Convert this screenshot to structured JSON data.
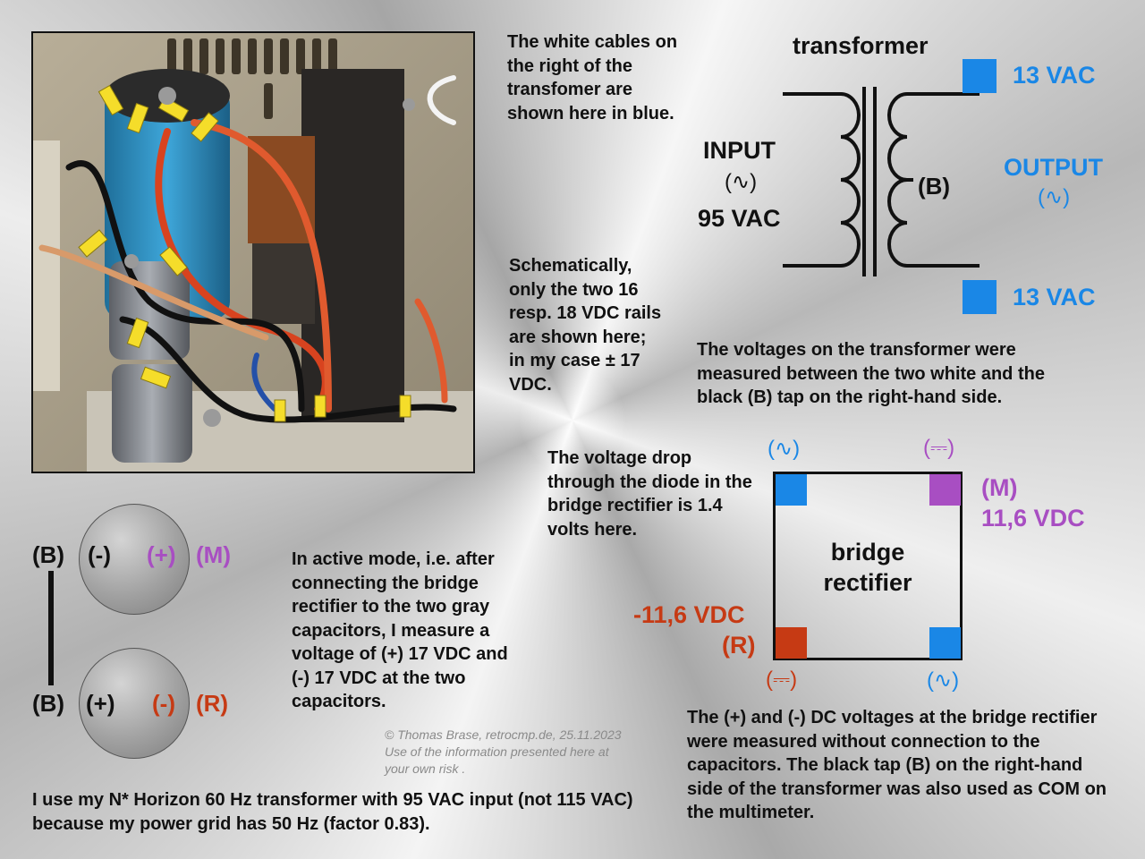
{
  "photo": {
    "icon": "transformer-photo"
  },
  "notes": {
    "white_cables": "The white cables on the right of the transfomer are shown here in blue.",
    "schematic": "Schematically, only the two 16 resp. 18 VDC rails are shown here; in my case ± 17 VDC.",
    "voltages": "The voltages on the transformer were measured between the two white and the black (B) tap on the right-hand side.",
    "diode_drop": "The voltage drop through the diode in the bridge rectifier is 1.4 volts here.",
    "active_mode": "In active mode, i.e. after connecting the bridge rectifier to the two gray capacitors, I measure a voltage of (+) 17 VDC and (-) 17 VDC at the two capacitors.",
    "dc_measured": "The (+) and (-) DC voltages at the bridge rectifier were measured without connection to the capacitors. The black tap (B) on the right-hand side of the transformer was also used as  COM on the multimeter.",
    "horizon": "I use my N* Horizon 60 Hz transformer with 95 VAC input (not 115 VAC) because my power grid has 50 Hz (factor 0.83)."
  },
  "transformer": {
    "title": "transformer",
    "input_label": "INPUT",
    "ac_symbol": "(∿)",
    "input_voltage": "95 VAC",
    "tap_label": "(B)",
    "output_label": "OUTPUT",
    "top_voltage": "13 VAC",
    "bottom_voltage": "13 VAC"
  },
  "rectifier": {
    "label_line1": "bridge",
    "label_line2": "rectifier",
    "ac_symbol": "(∿)",
    "dc_symbol": "(⎓)",
    "m_label": "(M)",
    "m_voltage": "11,6 VDC",
    "r_voltage": "-11,6 VDC",
    "r_label": "(R)"
  },
  "capacitors": {
    "top": {
      "left_tap": "(B)",
      "minus": "(-)",
      "plus": "(+)",
      "rail": "(M)"
    },
    "bottom": {
      "left_tap": "(B)",
      "plus": "(+)",
      "minus": "(-)",
      "rail": "(R)"
    }
  },
  "copyright": {
    "line1": "© Thomas Brase, retrocmp.de, 25.11.2023",
    "line2": "Use of the information presented here at",
    "line3": "your own risk ."
  },
  "colors": {
    "ac_terminal": "#1a87e6",
    "positive_terminal": "#a84ec2",
    "negative_terminal": "#c63a14"
  }
}
